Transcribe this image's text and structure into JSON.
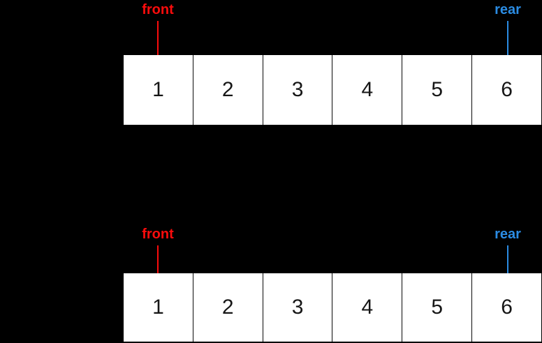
{
  "colors": {
    "background": "#000000",
    "front": "#FA0C0C",
    "rear": "#2B8CE3",
    "cell_bg": "#FFFFFF",
    "cell_text": "#161616",
    "divider": "#0A0A0A"
  },
  "diagrams": [
    {
      "front_label": "front",
      "rear_label": "rear",
      "cells": [
        "1",
        "2",
        "3",
        "4",
        "5",
        "6"
      ]
    },
    {
      "front_label": "front",
      "rear_label": "rear",
      "cells": [
        "1",
        "2",
        "3",
        "4",
        "5",
        "6"
      ]
    }
  ]
}
